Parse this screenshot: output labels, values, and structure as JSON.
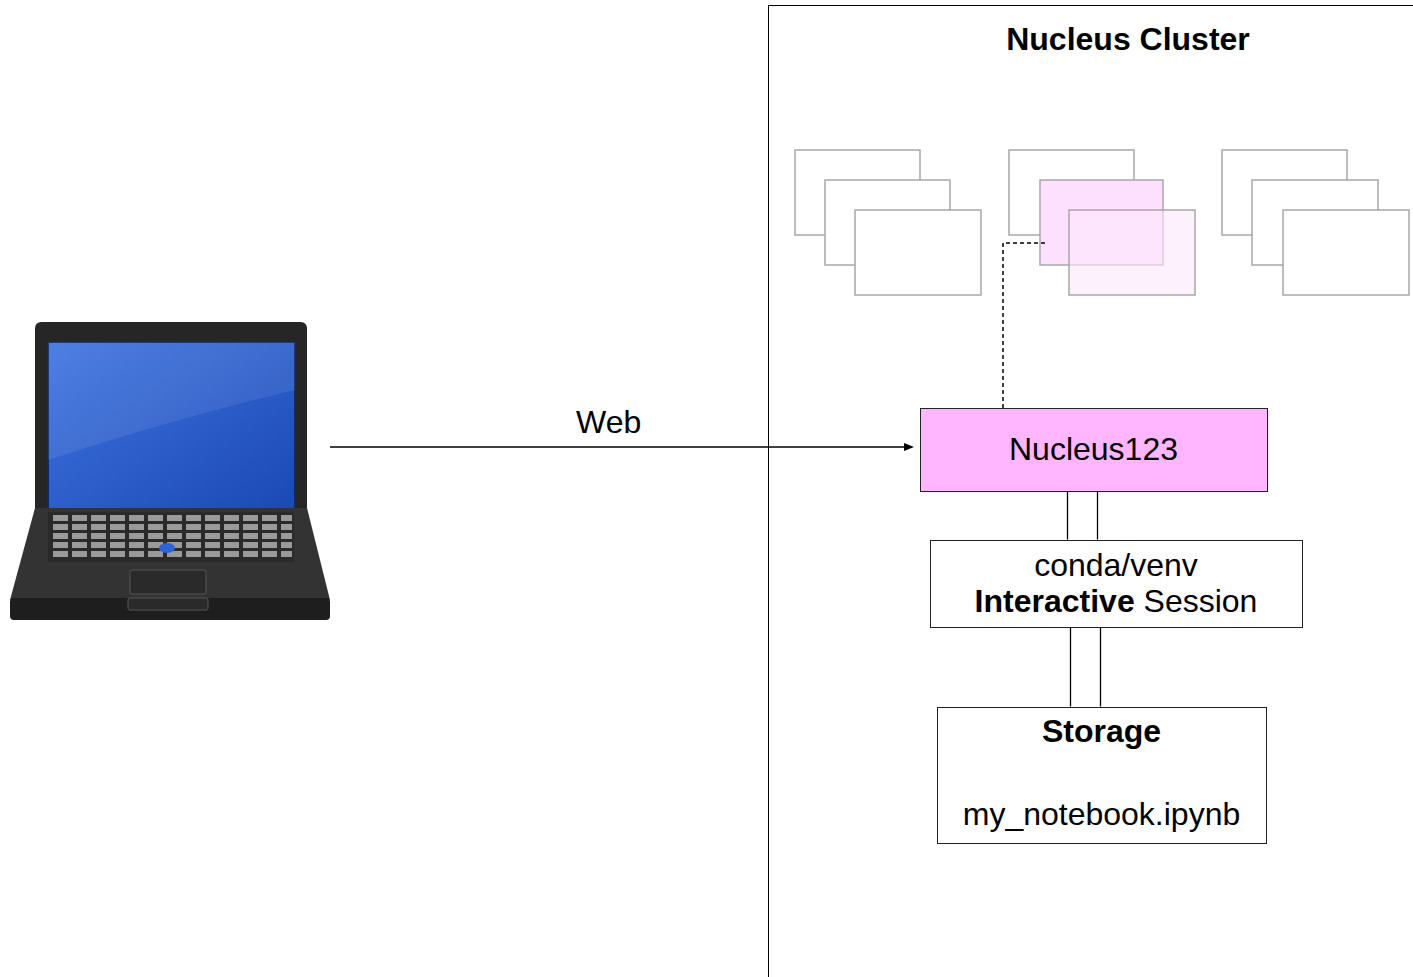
{
  "diagram": {
    "nodes": [
      {
        "text": [
          "Nucleus Cluster"
        ]
      },
      {
        "text": [
          "Nucleus123"
        ],
        "in": 0
      },
      {
        "text": [
          "conda/venv",
          "Interactive Session"
        ],
        "in": 0
      },
      {
        "text": [
          "Storage",
          "my_notebook.ipynb"
        ],
        "in": 0
      }
    ],
    "edges": [
      {
        "from": 1,
        "to": 2,
        "arrow": "none"
      },
      {
        "from": 2,
        "to": 3,
        "arrow": "none"
      }
    ],
    "labels": [
      "Web"
    ]
  }
}
